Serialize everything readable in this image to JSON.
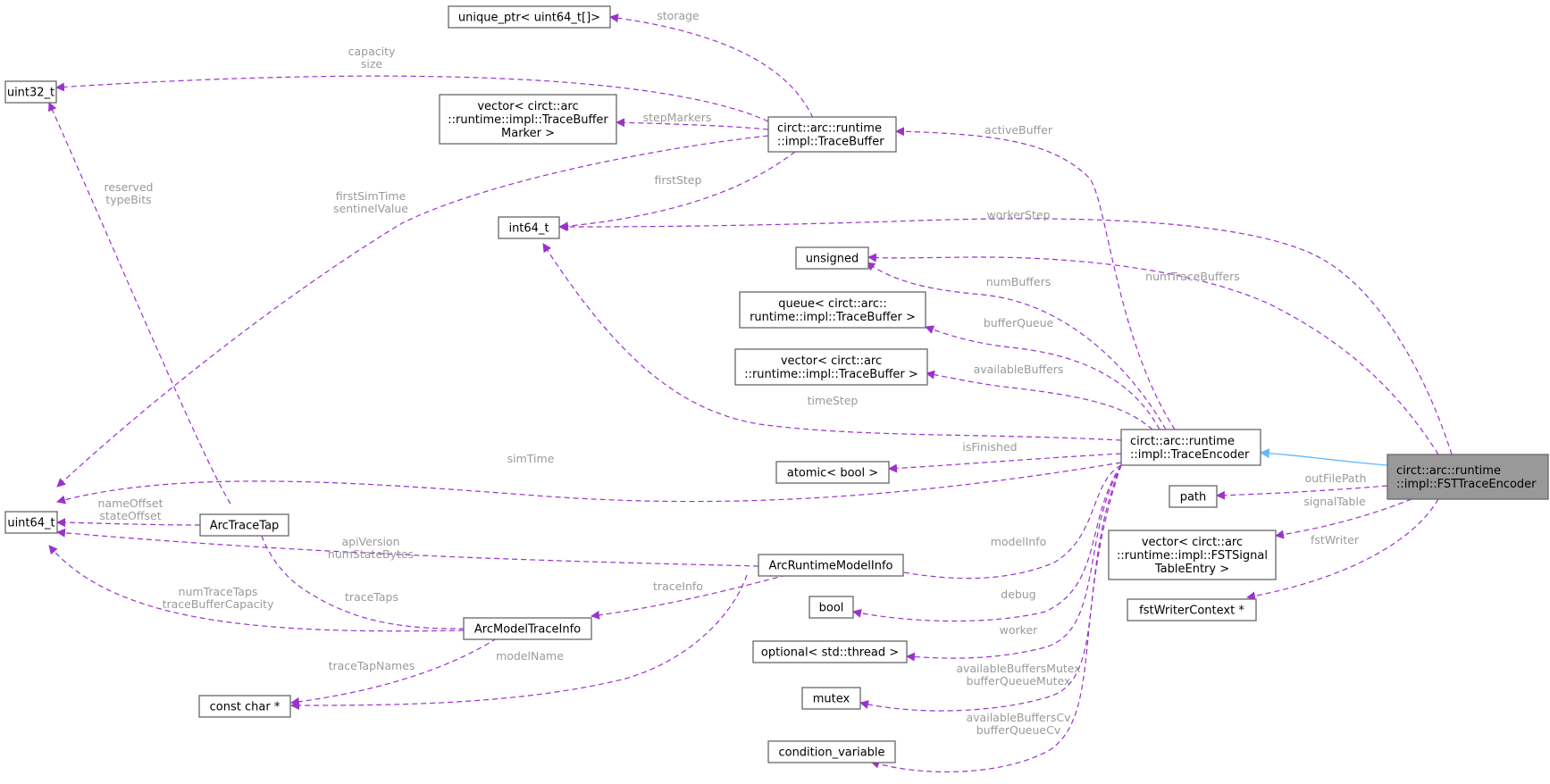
{
  "nodes": {
    "fst_trace_encoder": [
      "circt::arc::runtime",
      "::impl::FSTTraceEncoder"
    ],
    "trace_encoder": [
      "circt::arc::runtime",
      "::impl::TraceEncoder"
    ],
    "trace_buffer": [
      "circt::arc::runtime",
      "::impl::TraceBuffer"
    ],
    "unique_ptr": [
      "unique_ptr< uint64_t[]>"
    ],
    "uint32_t": [
      "uint32_t"
    ],
    "vector_marker": [
      "vector< circt::arc",
      "::runtime::impl::TraceBuffer",
      "Marker >"
    ],
    "int64_t": [
      "int64_t"
    ],
    "unsigned": [
      "unsigned"
    ],
    "queue_tb": [
      "queue< circt::arc::",
      "runtime::impl::TraceBuffer >"
    ],
    "vector_tb": [
      "vector< circt::arc",
      "::runtime::impl::TraceBuffer >"
    ],
    "atomic_bool": [
      "atomic< bool >"
    ],
    "uint64_t": [
      "uint64_t"
    ],
    "arc_trace_tap": [
      "ArcTraceTap"
    ],
    "arc_runtime_model_info": [
      "ArcRuntimeModelInfo"
    ],
    "arc_model_trace_info": [
      "ArcModelTraceInfo"
    ],
    "const_char": [
      "const char *"
    ],
    "bool": [
      "bool"
    ],
    "optional_thread": [
      "optional< std::thread >"
    ],
    "mutex": [
      "mutex"
    ],
    "condition_variable": [
      "condition_variable"
    ],
    "path": [
      "path"
    ],
    "vector_fst": [
      "vector< circt::arc",
      "::runtime::impl::FSTSignal",
      "TableEntry >"
    ],
    "fst_writer_context": [
      "fstWriterContext *"
    ]
  },
  "edge_labels": {
    "storage": [
      "storage"
    ],
    "capacity_size": [
      "capacity",
      "size"
    ],
    "step_markers": [
      "stepMarkers"
    ],
    "first_step": [
      "firstStep"
    ],
    "first_sim_time": [
      "firstSimTime",
      "sentinelValue"
    ],
    "reserved_type_bits": [
      "reserved",
      "typeBits"
    ],
    "active_buffer": [
      "activeBuffer"
    ],
    "worker_step": [
      "workerStep"
    ],
    "num_trace_buffers": [
      "numTraceBuffers"
    ],
    "num_buffers": [
      "numBuffers"
    ],
    "buffer_queue": [
      "bufferQueue"
    ],
    "available_buffers": [
      "availableBuffers"
    ],
    "time_step": [
      "timeStep"
    ],
    "is_finished": [
      "isFinished"
    ],
    "sim_time": [
      "simTime"
    ],
    "out_file_path": [
      "outFilePath"
    ],
    "signal_table": [
      "signalTable"
    ],
    "fst_writer": [
      "fstWriter"
    ],
    "name_offset": [
      "nameOffset",
      "stateOffset"
    ],
    "api_version": [
      "apiVersion",
      "numStateBytes"
    ],
    "model_info": [
      "modelInfo"
    ],
    "trace_info": [
      "traceInfo"
    ],
    "trace_taps": [
      "traceTaps"
    ],
    "num_trace_taps": [
      "numTraceTaps",
      "traceBufferCapacity"
    ],
    "debug": [
      "debug"
    ],
    "worker": [
      "worker"
    ],
    "model_name": [
      "modelName"
    ],
    "trace_tap_names": [
      "traceTapNames"
    ],
    "mutexes": [
      "availableBuffersMutex",
      "bufferQueueMutex"
    ],
    "cvs": [
      "availableBuffersCv",
      "bufferQueueCv"
    ]
  },
  "colors": {
    "member_edge": "#9a32cd",
    "inheritance_edge": "#63b8ff",
    "edge_label": "#9a9a9a",
    "focus_fill": "#999999",
    "node_border": "#666666"
  }
}
